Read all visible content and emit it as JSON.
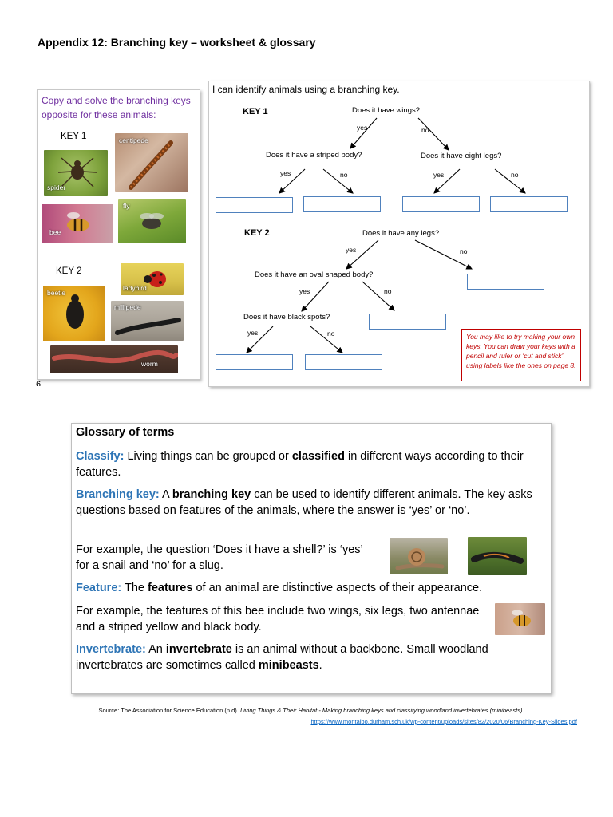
{
  "heading": "Appendix 12: Branching key – worksheet & glossary",
  "left_card": {
    "intro": "Copy and solve the branching keys opposite for these animals:",
    "key1_label": "KEY 1",
    "key2_label": "KEY 2",
    "animals": {
      "centipede": "centipede",
      "spider": "spider",
      "bee": "bee",
      "fly": "fly",
      "ladybird": "ladybird",
      "beetle": "beetle",
      "millipede": "millipede",
      "worm": "worm"
    }
  },
  "right_card": {
    "title": "I can identify animals using a branching key.",
    "key1": {
      "label": "KEY 1",
      "q_root": "Does it have wings?",
      "q_left": "Does it have a striped body?",
      "q_right": "Does it have eight legs?"
    },
    "key2": {
      "label": "KEY 2",
      "q_root": "Does it have any legs?",
      "q_oval": "Does it have an oval shaped body?",
      "q_spots": "Does it have black spots?"
    },
    "yes": "yes",
    "no": "no",
    "note": "You may like to try making your own keys. You can draw your keys with a pencil and ruler or ‘cut and stick’ using labels like the ones on page 8."
  },
  "page_number": "6",
  "glossary": {
    "title": "Glossary of terms",
    "classify": {
      "term": "Classify:",
      "t1": " Living things can be grouped or ",
      "b1": "classified",
      "t2": " in different ways according to their features."
    },
    "branching": {
      "term": "Branching key:",
      "t1": " A ",
      "b1": "branching key",
      "t2": " can be used to identify different animals. The key asks questions based on features of the animals, where the answer is ‘yes’ or ‘no’."
    },
    "example1": "For example, the question ‘Does it have a shell?’ is ‘yes’ for a snail and ‘no’ for a slug.",
    "feature": {
      "term": "Feature:",
      "t1": " The ",
      "b1": "features",
      "t2": " of an animal are distinctive aspects of their appearance."
    },
    "example2": "For example, the features of this bee include two wings, six legs, two antennae and a striped yellow and black body.",
    "invertebrate": {
      "term": "Invertebrate:",
      "t1": " An ",
      "b1": "invertebrate",
      "t2": " is an animal without a backbone. Small woodland invertebrates are sometimes called ",
      "b2": "minibeasts",
      "t3": "."
    }
  },
  "source": {
    "prefix": "Source: The Association for Science Education (n.d). ",
    "title": "Living Things & Their Habitat - Making branching keys and classifying woodland invertebrates (minibeasts).",
    "url": "https://www.montalbo.durham.sch.uk/wp-content/uploads/sites/82/2020/06/Branching-Key-Slides.pdf"
  },
  "colors": {
    "intro_purple": "#7030a0",
    "term_blue": "#2e75b6",
    "box_blue": "#4f81bd",
    "note_red": "#c00000",
    "link_blue": "#0563c1"
  }
}
